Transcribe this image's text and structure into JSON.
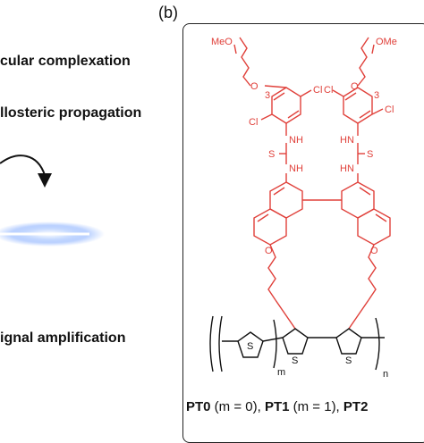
{
  "panel_b": {
    "label": "(b)"
  },
  "left_panel": {
    "step1": "cular complexation",
    "step2": "llosteric propagation",
    "step3": "ignal amplification"
  },
  "structure": {
    "meo_left": "MeO",
    "ome_right": "OMe",
    "sub3_left": "3",
    "sub3_right": "3",
    "cl_tl": "Cl",
    "cl_tr_inner": "Cl",
    "cl_bl": "Cl",
    "cl_br": "Cl",
    "nh1": "NH",
    "nh2": "HN",
    "s_left": "S",
    "s_right": "S",
    "nh3": "NH",
    "nh4": "HN",
    "o_left": "O",
    "o_right": "O",
    "o_top_left": "O",
    "o_top_right": "O",
    "thio_s1": "S",
    "thio_s2": "S",
    "thio_s3": "S",
    "sub_m": "m",
    "sub_n": "n"
  },
  "caption": {
    "pt0": "PT0",
    "pt0_rest": " (m = 0), ",
    "pt1": "PT1",
    "pt1_rest": " (m = 1), ",
    "pt2": "PT2"
  },
  "colors": {
    "structure": "#e0403a",
    "backbone": "#111111",
    "glow": "#8fb4ff"
  }
}
